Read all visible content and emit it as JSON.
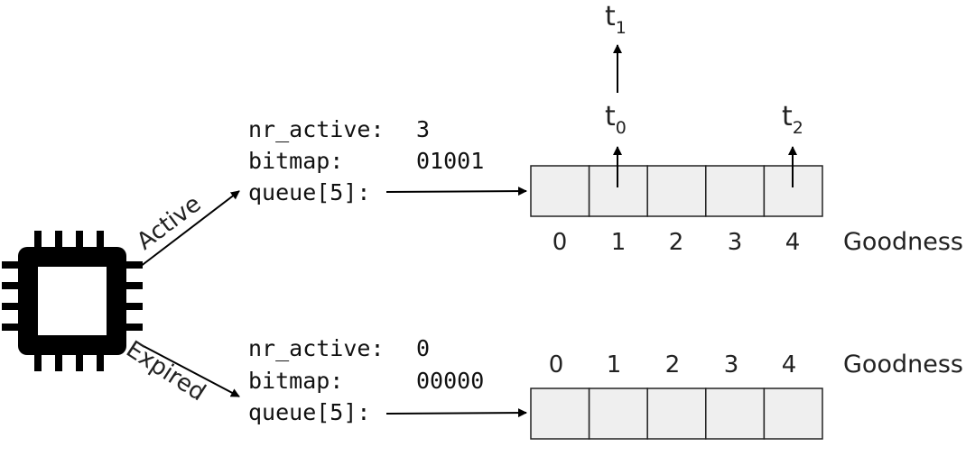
{
  "cpu": {
    "icon": "cpu-chip-icon"
  },
  "edges": {
    "active_label": "Active",
    "expired_label": "Expired"
  },
  "active_runqueue": {
    "nr_active_label": "nr_active:",
    "nr_active_value": "3",
    "bitmap_label": "bitmap:",
    "bitmap_value": "01001",
    "queue_label": "queue[5]:",
    "indices": [
      "0",
      "1",
      "2",
      "3",
      "4"
    ],
    "axis_label": "Goodness",
    "tasks": [
      {
        "name": "t",
        "sub": "0"
      },
      {
        "name": "t",
        "sub": "1"
      },
      {
        "name": "t",
        "sub": "2"
      }
    ]
  },
  "expired_runqueue": {
    "nr_active_label": "nr_active:",
    "nr_active_value": "0",
    "bitmap_label": "bitmap:",
    "bitmap_value": "00000",
    "queue_label": "queue[5]:",
    "indices": [
      "0",
      "1",
      "2",
      "3",
      "4"
    ],
    "axis_label": "Goodness"
  }
}
